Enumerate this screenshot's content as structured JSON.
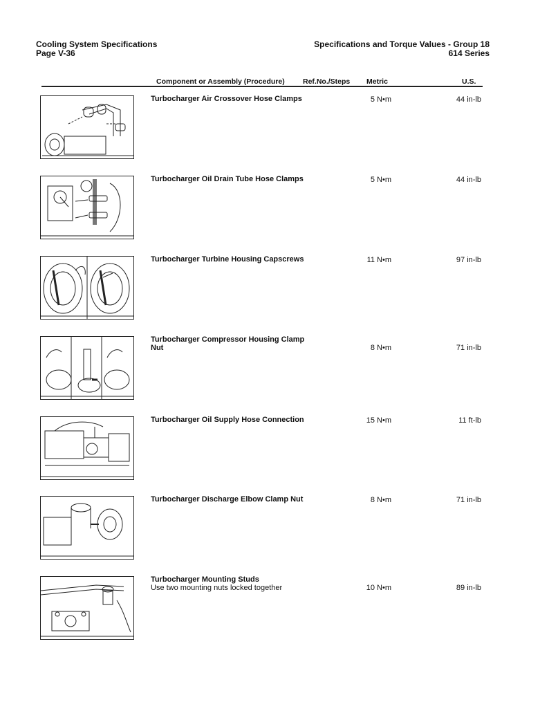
{
  "header": {
    "left_line1": "Cooling System Specifications",
    "left_line2": "Page V-36",
    "right_line1": "Specifications and Torque Values - Group 18",
    "right_line2": "614 Series"
  },
  "columns": {
    "component": "Component or Assembly (Procedure)",
    "ref": "Ref.No./Steps",
    "metric": "Metric",
    "us": "U.S."
  },
  "rows": [
    {
      "title": "Turbocharger Air Crossover Hose Clamps",
      "note": "",
      "metric": "5 N•m",
      "us": "44 in-lb",
      "figure_icon": "hose-clamp-diagram-icon"
    },
    {
      "title": "Turbocharger Oil Drain Tube Hose Clamps",
      "note": "",
      "metric": "5 N•m",
      "us": "44 in-lb",
      "figure_icon": "drain-tube-diagram-icon"
    },
    {
      "title": "Turbocharger Turbine Housing Capscrews",
      "note": "",
      "metric": "11 N•m",
      "us": "97 in-lb",
      "figure_icon": "turbine-housing-diagram-icon"
    },
    {
      "title": "Turbocharger Compressor Housing Clamp Nut",
      "note": "",
      "metric": "8 N•m",
      "us": "71 in-lb",
      "figure_icon": "compressor-clamp-diagram-icon"
    },
    {
      "title": "Turbocharger Oil Supply Hose Connection",
      "note": "",
      "metric": "15 N•m",
      "us": "11 ft-lb",
      "figure_icon": "oil-supply-diagram-icon"
    },
    {
      "title": "Turbocharger Discharge Elbow Clamp Nut",
      "note": "",
      "metric": "8 N•m",
      "us": "71 in-lb",
      "figure_icon": "discharge-elbow-diagram-icon"
    },
    {
      "title": "Turbocharger Mounting Studs",
      "note": "Use two mounting nuts locked together",
      "metric": "10 N•m",
      "us": "89 in-lb",
      "figure_icon": "mounting-studs-diagram-icon"
    }
  ]
}
